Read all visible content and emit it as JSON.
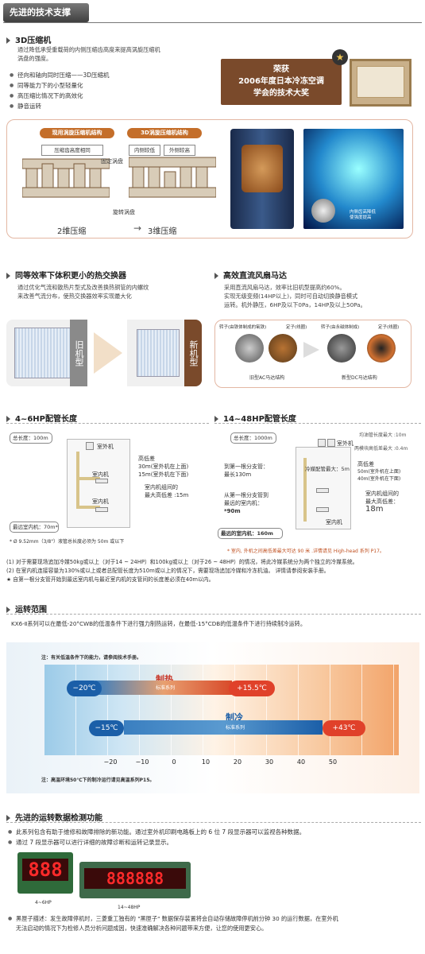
{
  "header": "先进的技术支撑",
  "s1": {
    "title": "3D压缩机",
    "desc1": "通过降低承受重载荷的内侧压缩齿高度来提高涡旋压缩机",
    "desc2": "涡盘的强度。",
    "bullets": [
      "径向和轴向同时压缩——3D压缩机",
      "同等能力下的小型轻量化",
      "高压缩比情况下的高效化",
      "静音运转"
    ],
    "award": [
      "荣获",
      "2006年度日本冷冻空调",
      "学会的技术大奖"
    ],
    "left_tag": "现用涡旋压缩机结构",
    "right_tag": "3D涡旋压缩机结构",
    "lbl_same": "压缩齿高度相同",
    "lbl_inner": "内侧较低",
    "lbl_outer": "外侧较高",
    "lbl_fixed": "固定涡盘",
    "lbl_orbit": "旋转涡盘",
    "lbl_2d": "2维压缩",
    "lbl_arrow": "→",
    "lbl_3d": "3维压缩",
    "photo_caption1": "内侧齿高降低",
    "photo_caption2": "使强度提高"
  },
  "s2": {
    "title": "同等效率下体积更小的热交换器",
    "desc1": "通过优化气流和散热片型式及改善换热铜管的内螺纹",
    "desc2": "来改善气流分布，使热交换器效率实现最大化",
    "old": "旧机型",
    "new": "新机型"
  },
  "s3": {
    "title": "高效直流风扇马达",
    "desc1": "采用直流风扇马达，效率比旧机型提高约60%。",
    "desc2": "实现无级变频(14HP以上)，同时可自动切换静音模式",
    "desc3": "运转。机外静压，6HP及以下0Pa，14HP及以上50Pa。",
    "rotor_old": "转子(由铁体制成的氧铁)",
    "stator_old": "定子(线圈)",
    "rotor_new": "转子(由永磁体制成)",
    "stator_new": "定子(线圈)",
    "cap_old": "旧型AC马达结构",
    "cap_new": "新型DC马达结构"
  },
  "s4": {
    "title": "4~6HP配管长度",
    "total": "总长度：100m",
    "outdoor": "室外机",
    "indoor1": "室内机",
    "indoor2": "室内机",
    "hdiff": "高低差",
    "hd1": "30m(室外机在上面)",
    "hd2": "15m(室外机在下面)",
    "idiff1": "室内机组间的",
    "idiff2": "最大高低差 :15m",
    "nearest": "最远室内机：70m*",
    "note": "* Ø 9.52mm（3/8\"）液管总长度必须为 50m 或以下"
  },
  "s5": {
    "title": "14~48HP配管长度",
    "total": "总长度：1000m",
    "outdoor": "室外机",
    "equal": "均油管长度最大 :10m",
    "between": "两模块高低差最大 :0.4m",
    "firstb1": "到第一根分支管：",
    "firstb2": "最长130m",
    "maxc": "冷媒配管最大：5m",
    "hdiff": "高低差",
    "hd1": "50m(室外机在上面)",
    "hd2": "40m(室外机在下面)",
    "idiff1": "室内机组间的",
    "idiff2": "最大高低差：",
    "idiff3": "18m",
    "from1": "从第一根分支管到",
    "from2": "最远的室内机：",
    "from3": "*90m",
    "farthest": "最远的室内机：160m",
    "indoor": "室内机",
    "note": "* 室内, 外机之间高低差最大可达 90 米 .详情请见 High-head 系列 P17。"
  },
  "notes": [
    "(1) 对于需要现场追加冷媒50kg或以上（对于14 ~ 24HP）和100kg或以上（对于26 ~ 48HP）的情况，将此冷媒系统分为两个独立的冷媒系统。",
    "(2) 在室内机连接容量为130%或以上或者总配管长度为510m或以上的情况下，需要现场追加冷媒和冷冻机油。 详情请参阅安装手册。",
    "★ 自第一根分支管开始到最远室内机与最近室内机的支管间的长度差必须在40m以内。"
  ],
  "s6": {
    "title": "运转范围",
    "desc": "KX6-Ⅱ系列可以在最低-20°CWB的低温条件下进行强力制热运转，在最低-15°CDB的低温条件下进行持续制冷运转。",
    "note_top": "注：有关低温条件下的能力，请参阅技术手册。",
    "heat": "制热",
    "heat_std": "标准系列",
    "cool": "制冷",
    "cool_std": "标准系列",
    "heat_min": "−20℃",
    "heat_max": "+15.5℃",
    "cool_min": "−15℃",
    "cool_max": "+43℃",
    "scale": [
      "−20",
      "−10",
      "0",
      "10",
      "20",
      "30",
      "40",
      "50"
    ],
    "note_bottom": "注：高温环境50℃下的制冷运行请见高温系列P15。"
  },
  "s7": {
    "title": "先进的运转数据检测功能",
    "b1": "此系列包含有助于维修和故障排除的新功能。通过室外机印刷电路板上的 6 位 7 段显示器可以监视各种数据。",
    "b2": "通过 7 段显示器可以进行详细的故障诊断和运转记录显示。",
    "disp1": "888",
    "disp2": "888888",
    "cap1": "4~6HP",
    "cap2": "14~48HP",
    "b3a": "黑匣子描述：发生故障停机时，三菱重工独有的 \"黑匣子\" 数据保存装置将会自动存储故障停机前分钟 30 的运行数据，在室外机",
    "b3b": "无法启动的情况下为检修人员分析问题成因，快速准确解决各种问题带来方便，让您的使用更安心。"
  }
}
